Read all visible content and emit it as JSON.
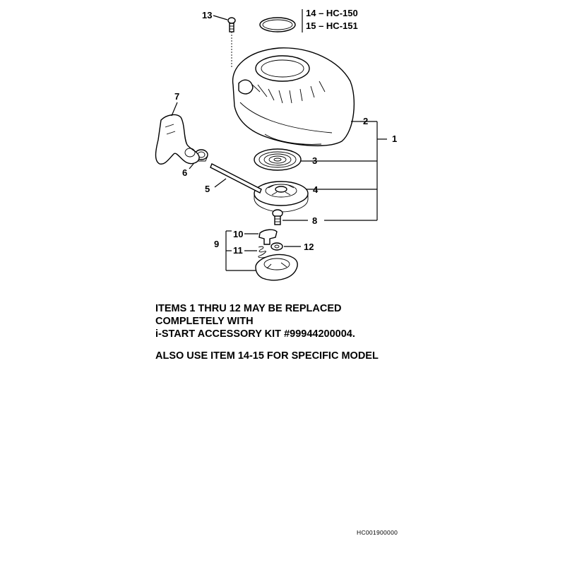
{
  "callouts": {
    "p1": "1",
    "p2": "2",
    "p3": "3",
    "p4": "4",
    "p5": "5",
    "p6": "6",
    "p7": "7",
    "p8": "8",
    "p9": "9",
    "p10": "10",
    "p11": "11",
    "p12": "12",
    "p13": "13",
    "p14": "14 – HC-150",
    "p15": "15 – HC-151"
  },
  "notes": {
    "line1": "ITEMS 1 THRU 12 MAY BE REPLACED",
    "line2": "COMPLETELY WITH",
    "line3": "i-START ACCESSORY KIT #99944200004.",
    "line4": "ALSO USE ITEM 14-15  FOR SPECIFIC MODEL"
  },
  "diagram_code": "HC001900000"
}
